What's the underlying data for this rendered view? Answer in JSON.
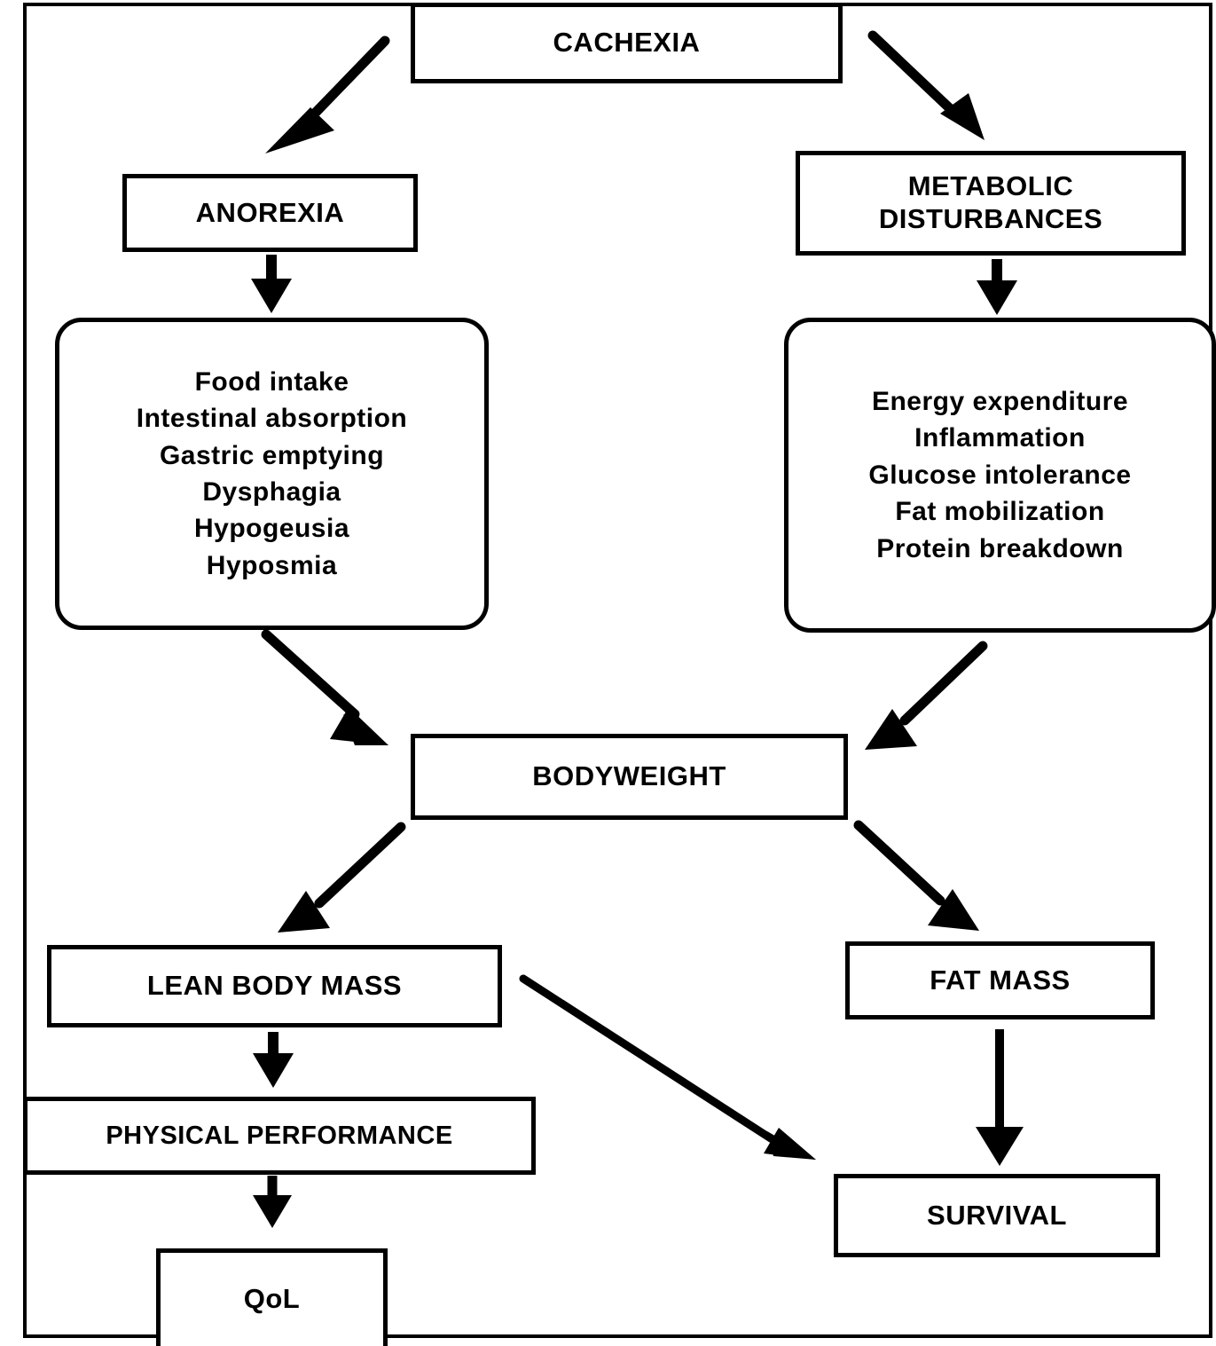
{
  "diagram": {
    "title": "Cachexia pathophysiology flowchart",
    "stroke_color": "#000000",
    "background_color": "#ffffff",
    "nodes": {
      "cachexia": {
        "label": "CACHEXIA"
      },
      "anorexia": {
        "label": "ANOREXIA"
      },
      "metabolic": {
        "line1": "METABOLIC",
        "line2": "DISTURBANCES"
      },
      "anorexia_effects": {
        "items": [
          "Food intake",
          "Intestinal absorption",
          "Gastric emptying",
          "Dysphagia",
          "Hypogeusia",
          "Hyposmia"
        ]
      },
      "metabolic_effects": {
        "items": [
          "Energy expenditure",
          "Inflammation",
          "Glucose intolerance",
          "Fat mobilization",
          "Protein breakdown"
        ]
      },
      "bodyweight": {
        "label": "BODYWEIGHT"
      },
      "lean_body_mass": {
        "label": "LEAN BODY MASS"
      },
      "fat_mass": {
        "label": "FAT MASS"
      },
      "physical_performance": {
        "label": "PHYSICAL PERFORMANCE"
      },
      "survival": {
        "label": "SURVIVAL"
      },
      "qol": {
        "label": "QoL"
      }
    },
    "edges": [
      {
        "id": "cachexia-to-anorexia",
        "from": "cachexia",
        "to": "anorexia",
        "style": "diagonal-arrow"
      },
      {
        "id": "cachexia-to-metabolic",
        "from": "cachexia",
        "to": "metabolic",
        "style": "diagonal-arrow"
      },
      {
        "id": "anorexia-to-effects",
        "from": "anorexia",
        "to": "anorexia_effects",
        "style": "vertical-arrow"
      },
      {
        "id": "metabolic-to-effects",
        "from": "metabolic",
        "to": "metabolic_effects",
        "style": "vertical-arrow"
      },
      {
        "id": "anorexia-effects-to-bodyweight",
        "from": "anorexia_effects",
        "to": "bodyweight",
        "style": "diagonal-arrow"
      },
      {
        "id": "metabolic-effects-to-bodyweight",
        "from": "metabolic_effects",
        "to": "bodyweight",
        "style": "diagonal-arrow"
      },
      {
        "id": "bodyweight-to-lean-body-mass",
        "from": "bodyweight",
        "to": "lean_body_mass",
        "style": "diagonal-arrow"
      },
      {
        "id": "bodyweight-to-fat-mass",
        "from": "bodyweight",
        "to": "fat_mass",
        "style": "diagonal-arrow"
      },
      {
        "id": "lean-body-mass-to-physical-performance",
        "from": "lean_body_mass",
        "to": "physical_performance",
        "style": "vertical-arrow"
      },
      {
        "id": "lean-body-mass-to-survival",
        "from": "lean_body_mass",
        "to": "survival",
        "style": "diagonal-arrow"
      },
      {
        "id": "fat-mass-to-survival",
        "from": "fat_mass",
        "to": "survival",
        "style": "vertical-arrow"
      },
      {
        "id": "physical-performance-to-qol",
        "from": "physical_performance",
        "to": "qol",
        "style": "vertical-arrow"
      }
    ]
  }
}
